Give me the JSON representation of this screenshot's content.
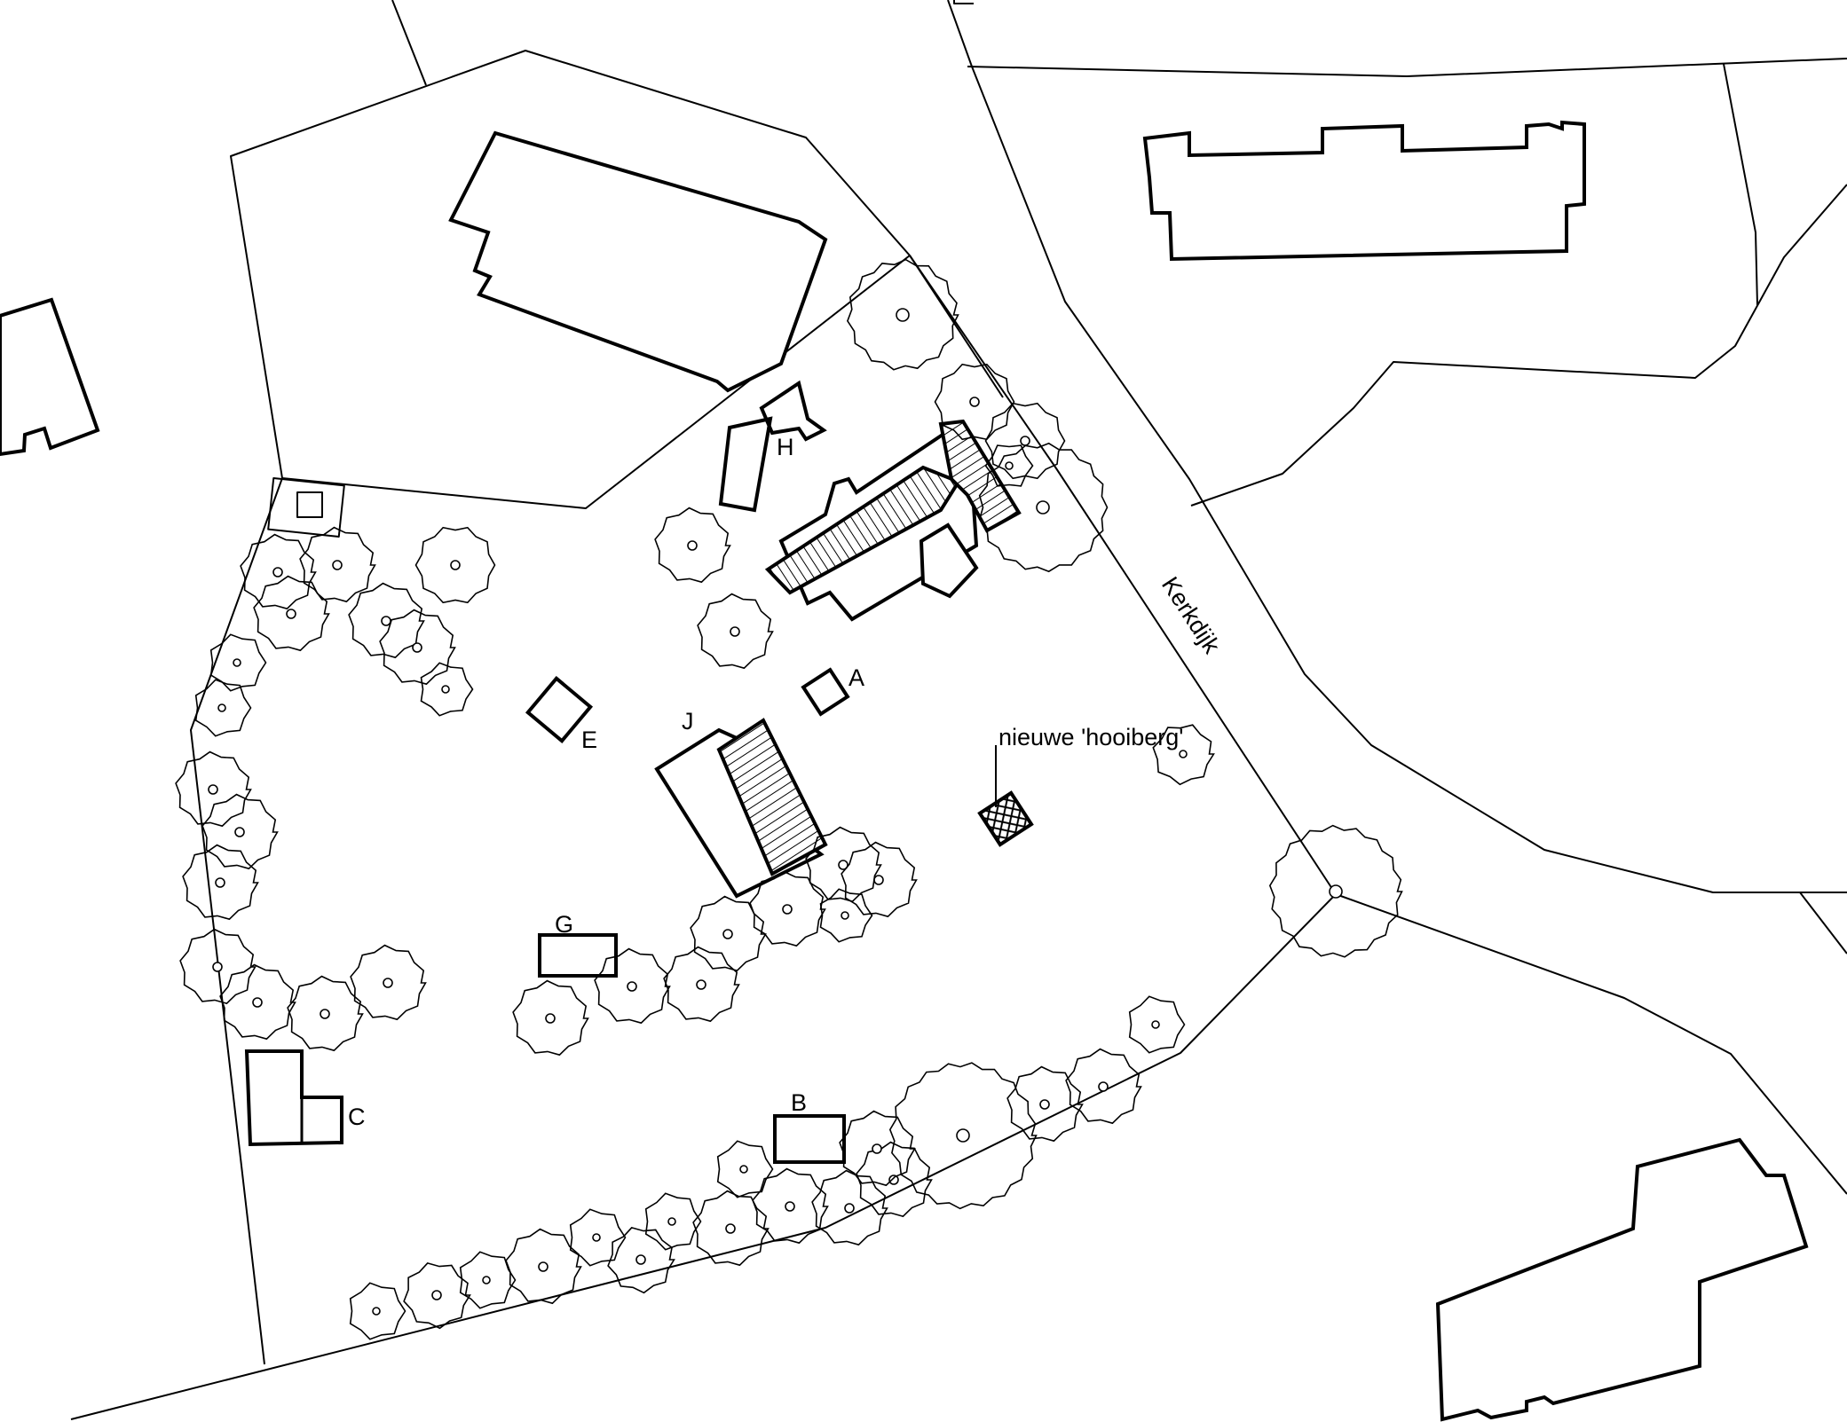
{
  "labels": {
    "street": "Kerkdijk",
    "haystack": "nieuwe 'hooiberg'",
    "A": "A",
    "B": "B",
    "C": "C",
    "E": "E",
    "G": "G",
    "H": "H",
    "J": "J"
  },
  "colors": {
    "line": "#000000",
    "background": "#ffffff"
  }
}
